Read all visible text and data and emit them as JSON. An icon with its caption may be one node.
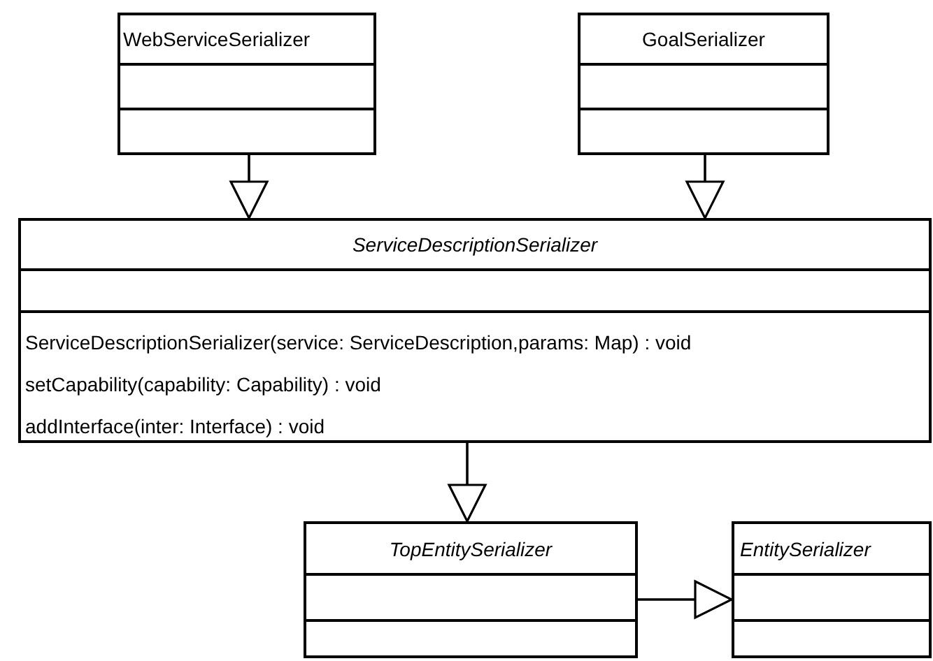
{
  "diagram": {
    "nodes": [
      {
        "text": [
          "WebServiceSerializer"
        ]
      },
      {
        "text": [
          "GoalSerializer"
        ]
      },
      {
        "text": [
          "ServiceDescriptionSerializer",
          "ServiceDescriptionSerializer(service: ServiceDescription,params: Map) : void",
          "setCapability(capability: Capability) : void",
          "addInterface(inter: Interface) : void"
        ]
      },
      {
        "text": [
          "TopEntitySerializer"
        ]
      },
      {
        "text": [
          "EntitySerializer"
        ]
      }
    ],
    "edges": [
      {
        "from": 0,
        "to": 2,
        "arrow": "to"
      },
      {
        "from": 1,
        "to": 2,
        "arrow": "to"
      },
      {
        "from": 2,
        "to": 3,
        "arrow": "to"
      },
      {
        "from": 3,
        "to": 4,
        "arrow": "to"
      }
    ]
  }
}
